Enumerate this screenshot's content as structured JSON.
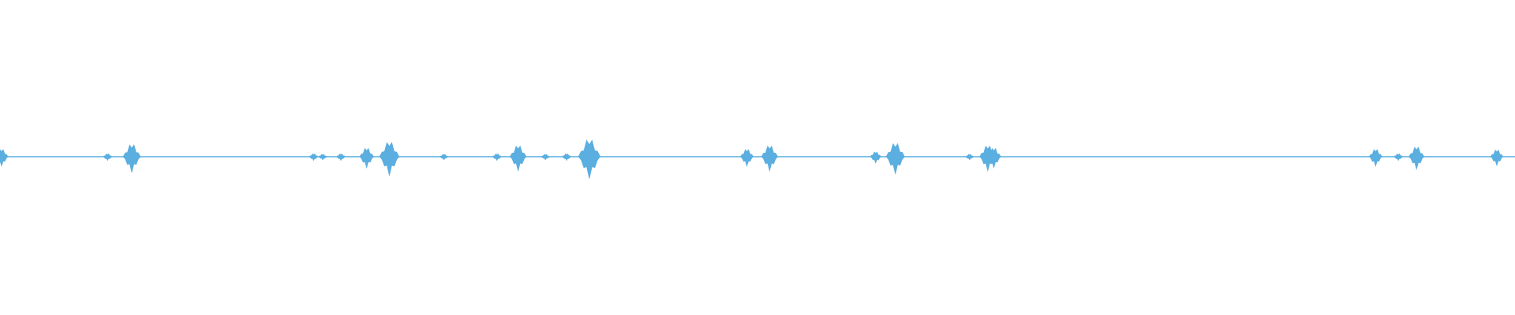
{
  "waveform": {
    "color": "#5aaee0",
    "baseline_color": "#5aaee0",
    "bursts": [
      {
        "t": 0.001,
        "amp": 0.03
      },
      {
        "t": 0.071,
        "amp": 0.012
      },
      {
        "t": 0.087,
        "amp": 0.05
      },
      {
        "t": 0.207,
        "amp": 0.012
      },
      {
        "t": 0.213,
        "amp": 0.01
      },
      {
        "t": 0.225,
        "amp": 0.012
      },
      {
        "t": 0.242,
        "amp": 0.035
      },
      {
        "t": 0.257,
        "amp": 0.06
      },
      {
        "t": 0.293,
        "amp": 0.01
      },
      {
        "t": 0.328,
        "amp": 0.012
      },
      {
        "t": 0.342,
        "amp": 0.045
      },
      {
        "t": 0.36,
        "amp": 0.01
      },
      {
        "t": 0.374,
        "amp": 0.012
      },
      {
        "t": 0.389,
        "amp": 0.07
      },
      {
        "t": 0.493,
        "amp": 0.03
      },
      {
        "t": 0.508,
        "amp": 0.045
      },
      {
        "t": 0.578,
        "amp": 0.02
      },
      {
        "t": 0.591,
        "amp": 0.055
      },
      {
        "t": 0.64,
        "amp": 0.01
      },
      {
        "t": 0.652,
        "amp": 0.045
      },
      {
        "t": 0.656,
        "amp": 0.035
      },
      {
        "t": 0.908,
        "amp": 0.03
      },
      {
        "t": 0.923,
        "amp": 0.012
      },
      {
        "t": 0.935,
        "amp": 0.04
      },
      {
        "t": 0.988,
        "amp": 0.028
      }
    ]
  }
}
